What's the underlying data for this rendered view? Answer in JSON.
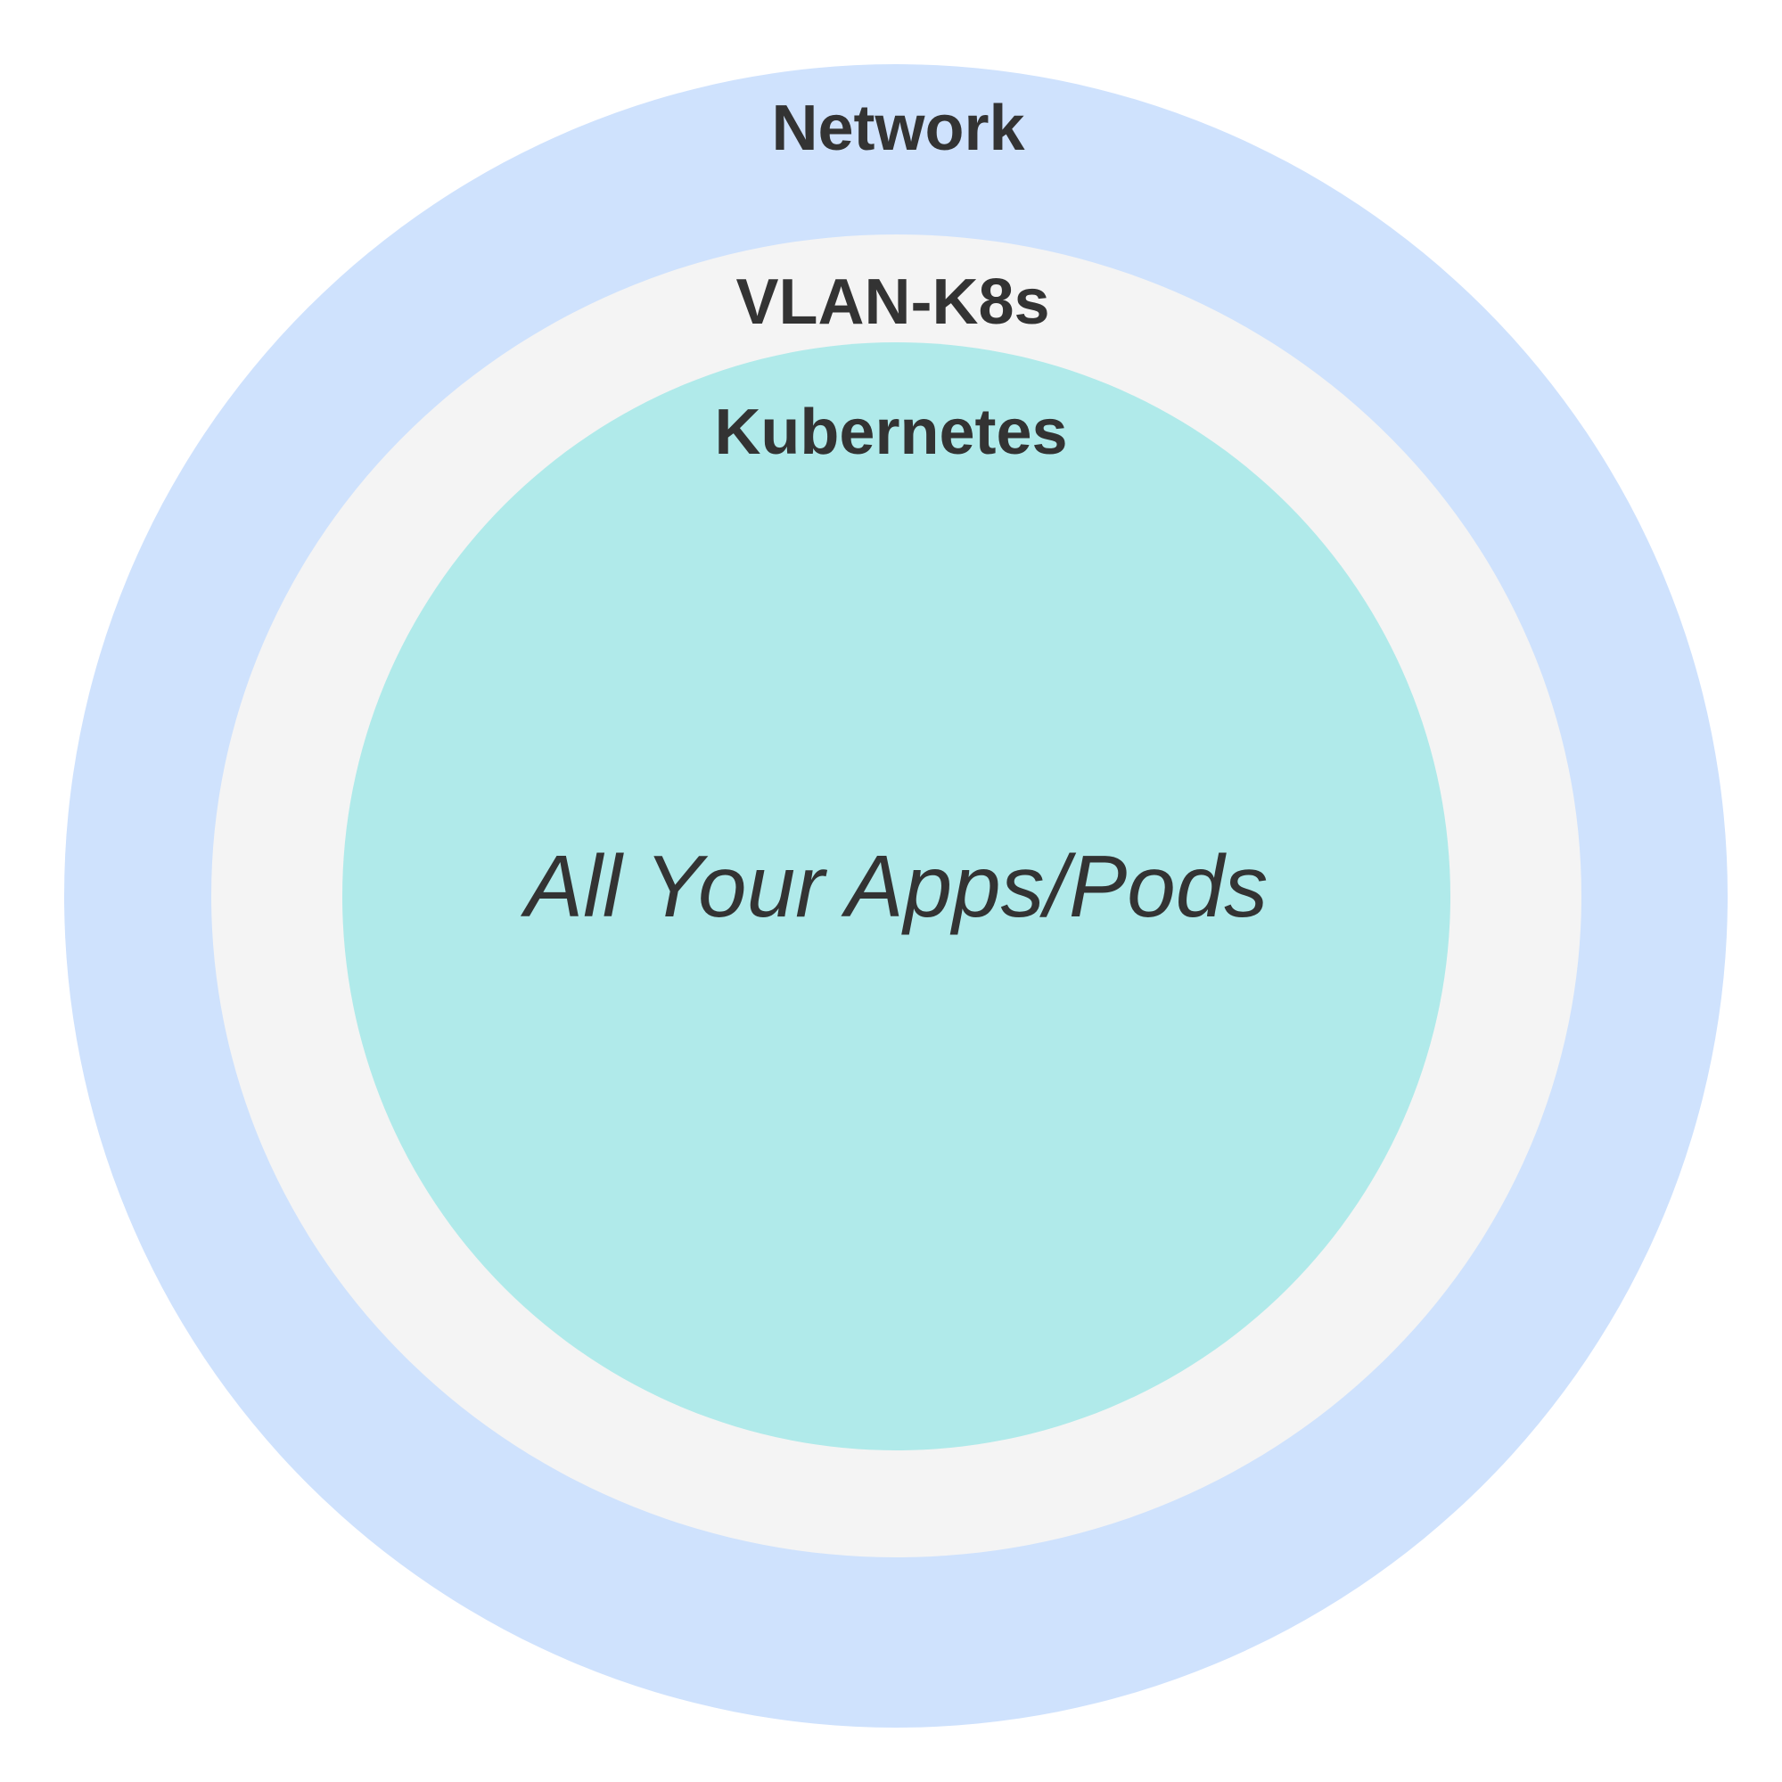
{
  "diagram": {
    "layers": [
      {
        "name": "network",
        "label": "Network",
        "fill": "#cfe2fd"
      },
      {
        "name": "vlan",
        "label": "VLAN-K8s",
        "fill": "#f4f4f4"
      },
      {
        "name": "kubernetes",
        "label": "Kubernetes",
        "fill": "#b0eaea"
      }
    ],
    "core_label": "All Your Apps/Pods",
    "text_color": "#333333",
    "background": "#ffffff"
  }
}
